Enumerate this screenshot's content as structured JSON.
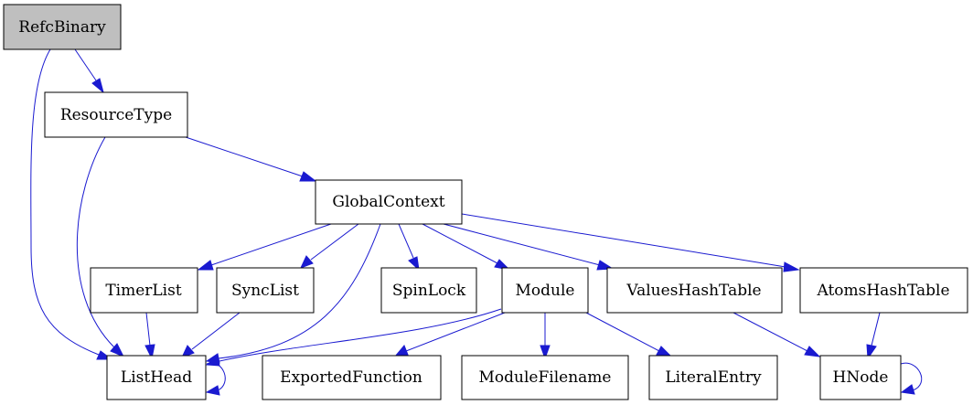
{
  "nodes": {
    "RefcBinary": "RefcBinary",
    "ResourceType": "ResourceType",
    "GlobalContext": "GlobalContext",
    "TimerList": "TimerList",
    "SyncList": "SyncList",
    "SpinLock": "SpinLock",
    "Module": "Module",
    "ValuesHashTable": "ValuesHashTable",
    "AtomsHashTable": "AtomsHashTable",
    "ListHead": "ListHead",
    "ExportedFunction": "ExportedFunction",
    "ModuleFilename": "ModuleFilename",
    "LiteralEntry": "LiteralEntry",
    "HNode": "HNode"
  },
  "edges": [
    [
      "RefcBinary",
      "ResourceType"
    ],
    [
      "RefcBinary",
      "ListHead"
    ],
    [
      "ResourceType",
      "GlobalContext"
    ],
    [
      "ResourceType",
      "ListHead"
    ],
    [
      "GlobalContext",
      "TimerList"
    ],
    [
      "GlobalContext",
      "SyncList"
    ],
    [
      "GlobalContext",
      "ListHead"
    ],
    [
      "GlobalContext",
      "SpinLock"
    ],
    [
      "GlobalContext",
      "Module"
    ],
    [
      "GlobalContext",
      "ValuesHashTable"
    ],
    [
      "GlobalContext",
      "AtomsHashTable"
    ],
    [
      "TimerList",
      "ListHead"
    ],
    [
      "SyncList",
      "ListHead"
    ],
    [
      "Module",
      "ListHead"
    ],
    [
      "Module",
      "ExportedFunction"
    ],
    [
      "Module",
      "ModuleFilename"
    ],
    [
      "Module",
      "LiteralEntry"
    ],
    [
      "ValuesHashTable",
      "HNode"
    ],
    [
      "AtomsHashTable",
      "HNode"
    ],
    [
      "ListHead",
      "ListHead"
    ],
    [
      "HNode",
      "HNode"
    ]
  ],
  "colors": {
    "edge": "#1a1ad0",
    "root_fill": "#bfbfbf",
    "node_fill": "#ffffff",
    "node_stroke": "#000000"
  }
}
